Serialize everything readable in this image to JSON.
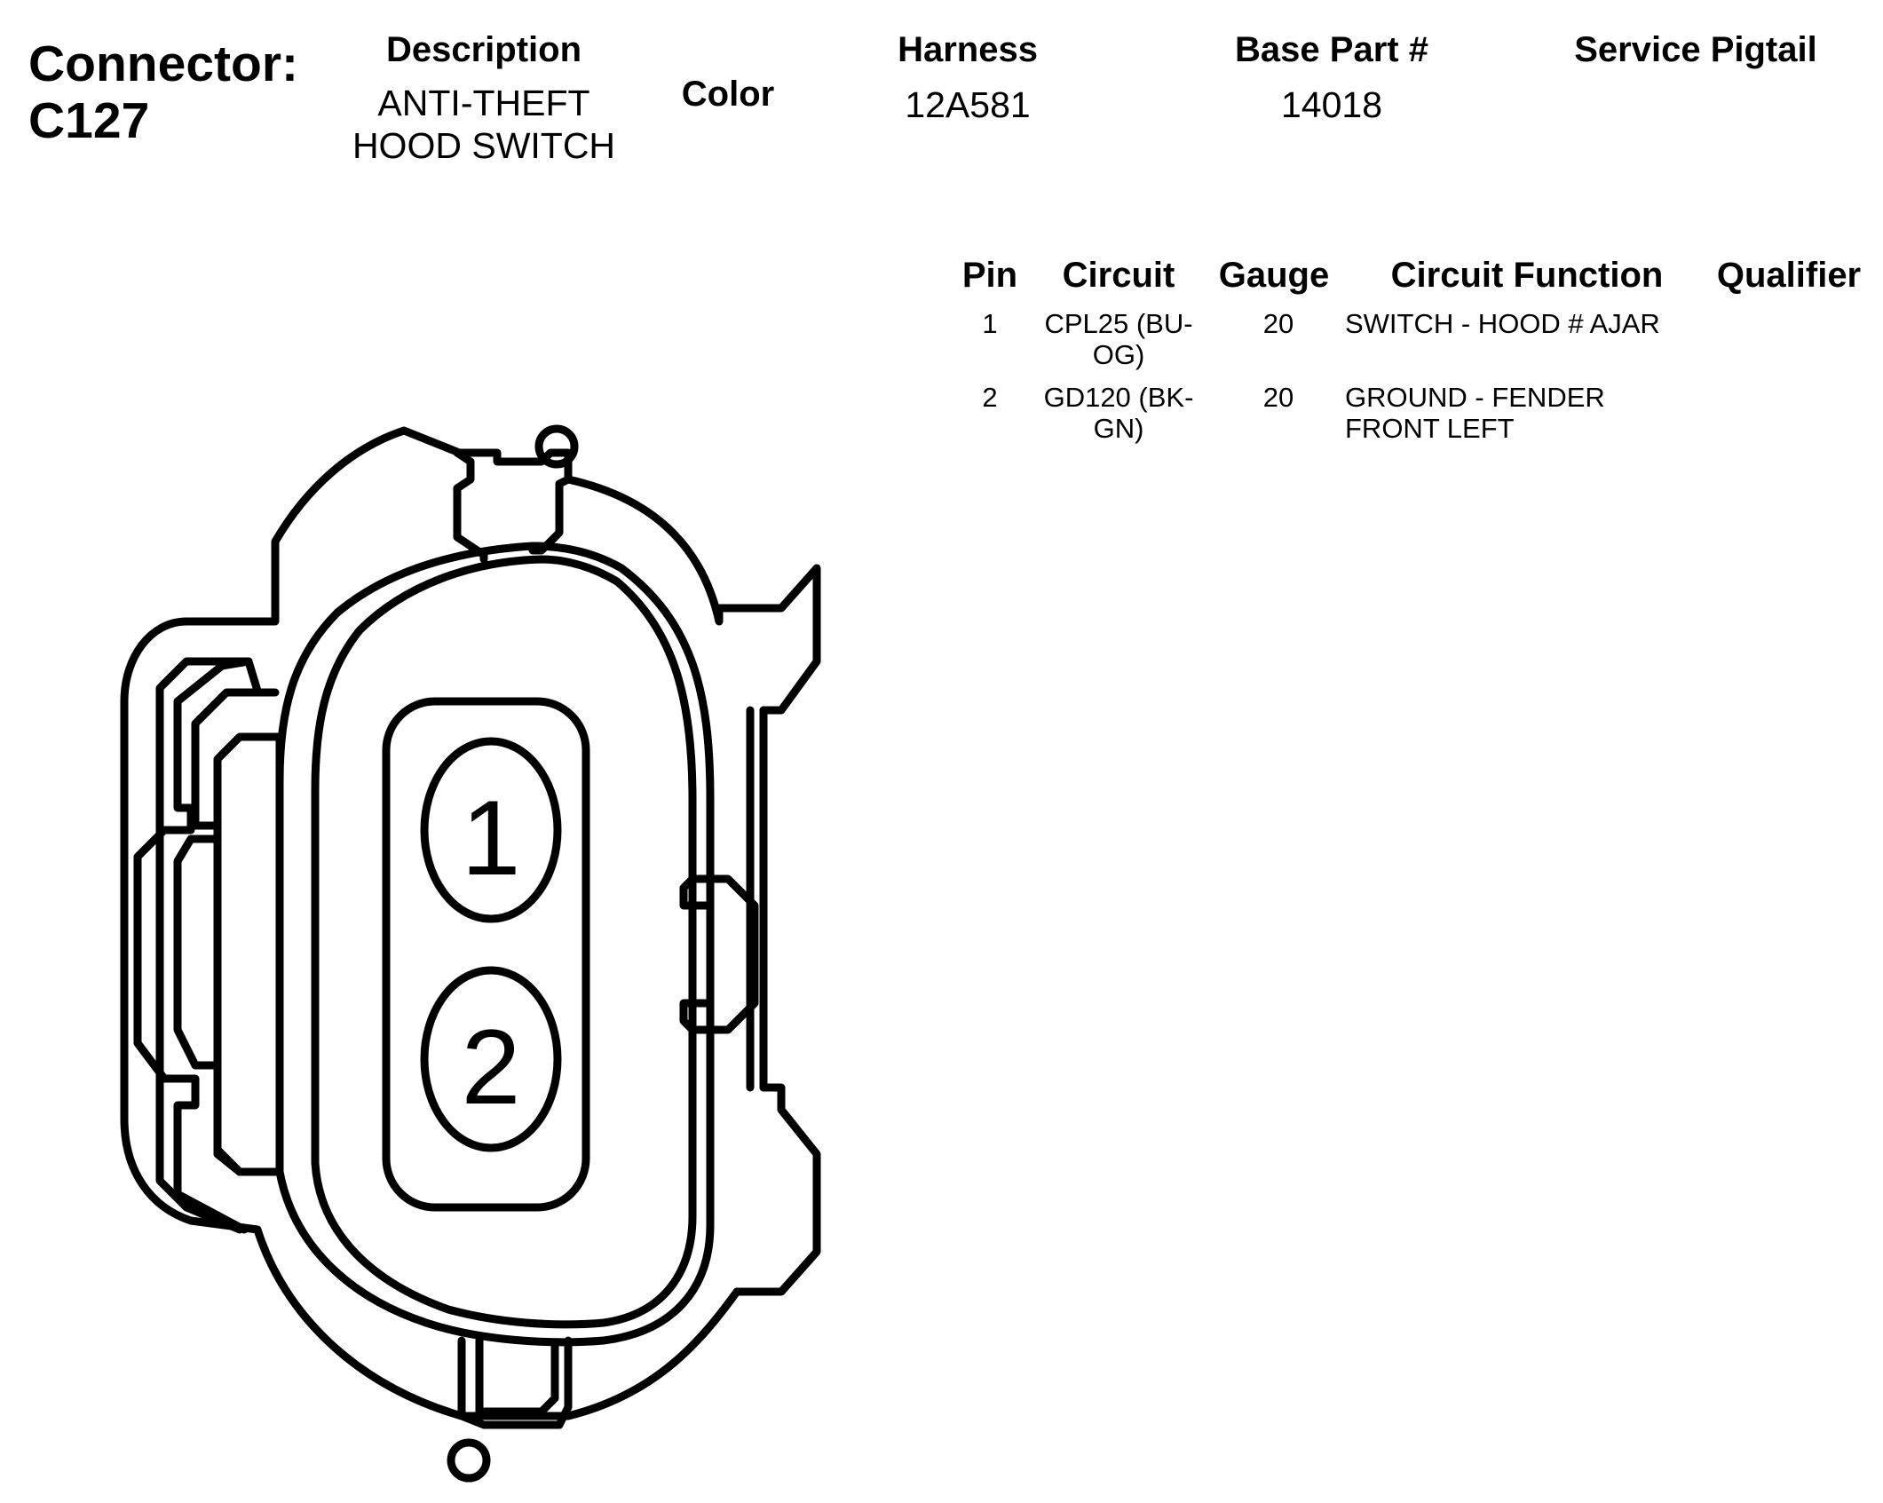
{
  "connector": {
    "label": "Connector:",
    "id": "C127"
  },
  "header": {
    "description_label": "Description",
    "description_value": [
      "ANTI-THEFT",
      "HOOD SWITCH"
    ],
    "color_label": "Color",
    "harness_label": "Harness",
    "harness_value": "12A581",
    "base_part_label": "Base Part #",
    "base_part_value": "14018",
    "service_pigtail_label": "Service Pigtail"
  },
  "pin_table": {
    "columns": [
      "Pin",
      "Circuit",
      "Gauge",
      "Circuit Function",
      "Qualifier"
    ],
    "rows": [
      {
        "pin": "1",
        "circuit": [
          "CPL25 (BU-",
          "OG)"
        ],
        "gauge": "20",
        "function": [
          "SWITCH - HOOD # AJAR"
        ],
        "qualifier": ""
      },
      {
        "pin": "2",
        "circuit": [
          "GD120 (BK-",
          "GN)"
        ],
        "gauge": "20",
        "function": [
          "GROUND - FENDER",
          "FRONT LEFT"
        ],
        "qualifier": ""
      }
    ]
  },
  "diagram": {
    "pin_labels": [
      "1",
      "2"
    ],
    "stroke_color": "#000000",
    "fill_color": "#ffffff"
  }
}
